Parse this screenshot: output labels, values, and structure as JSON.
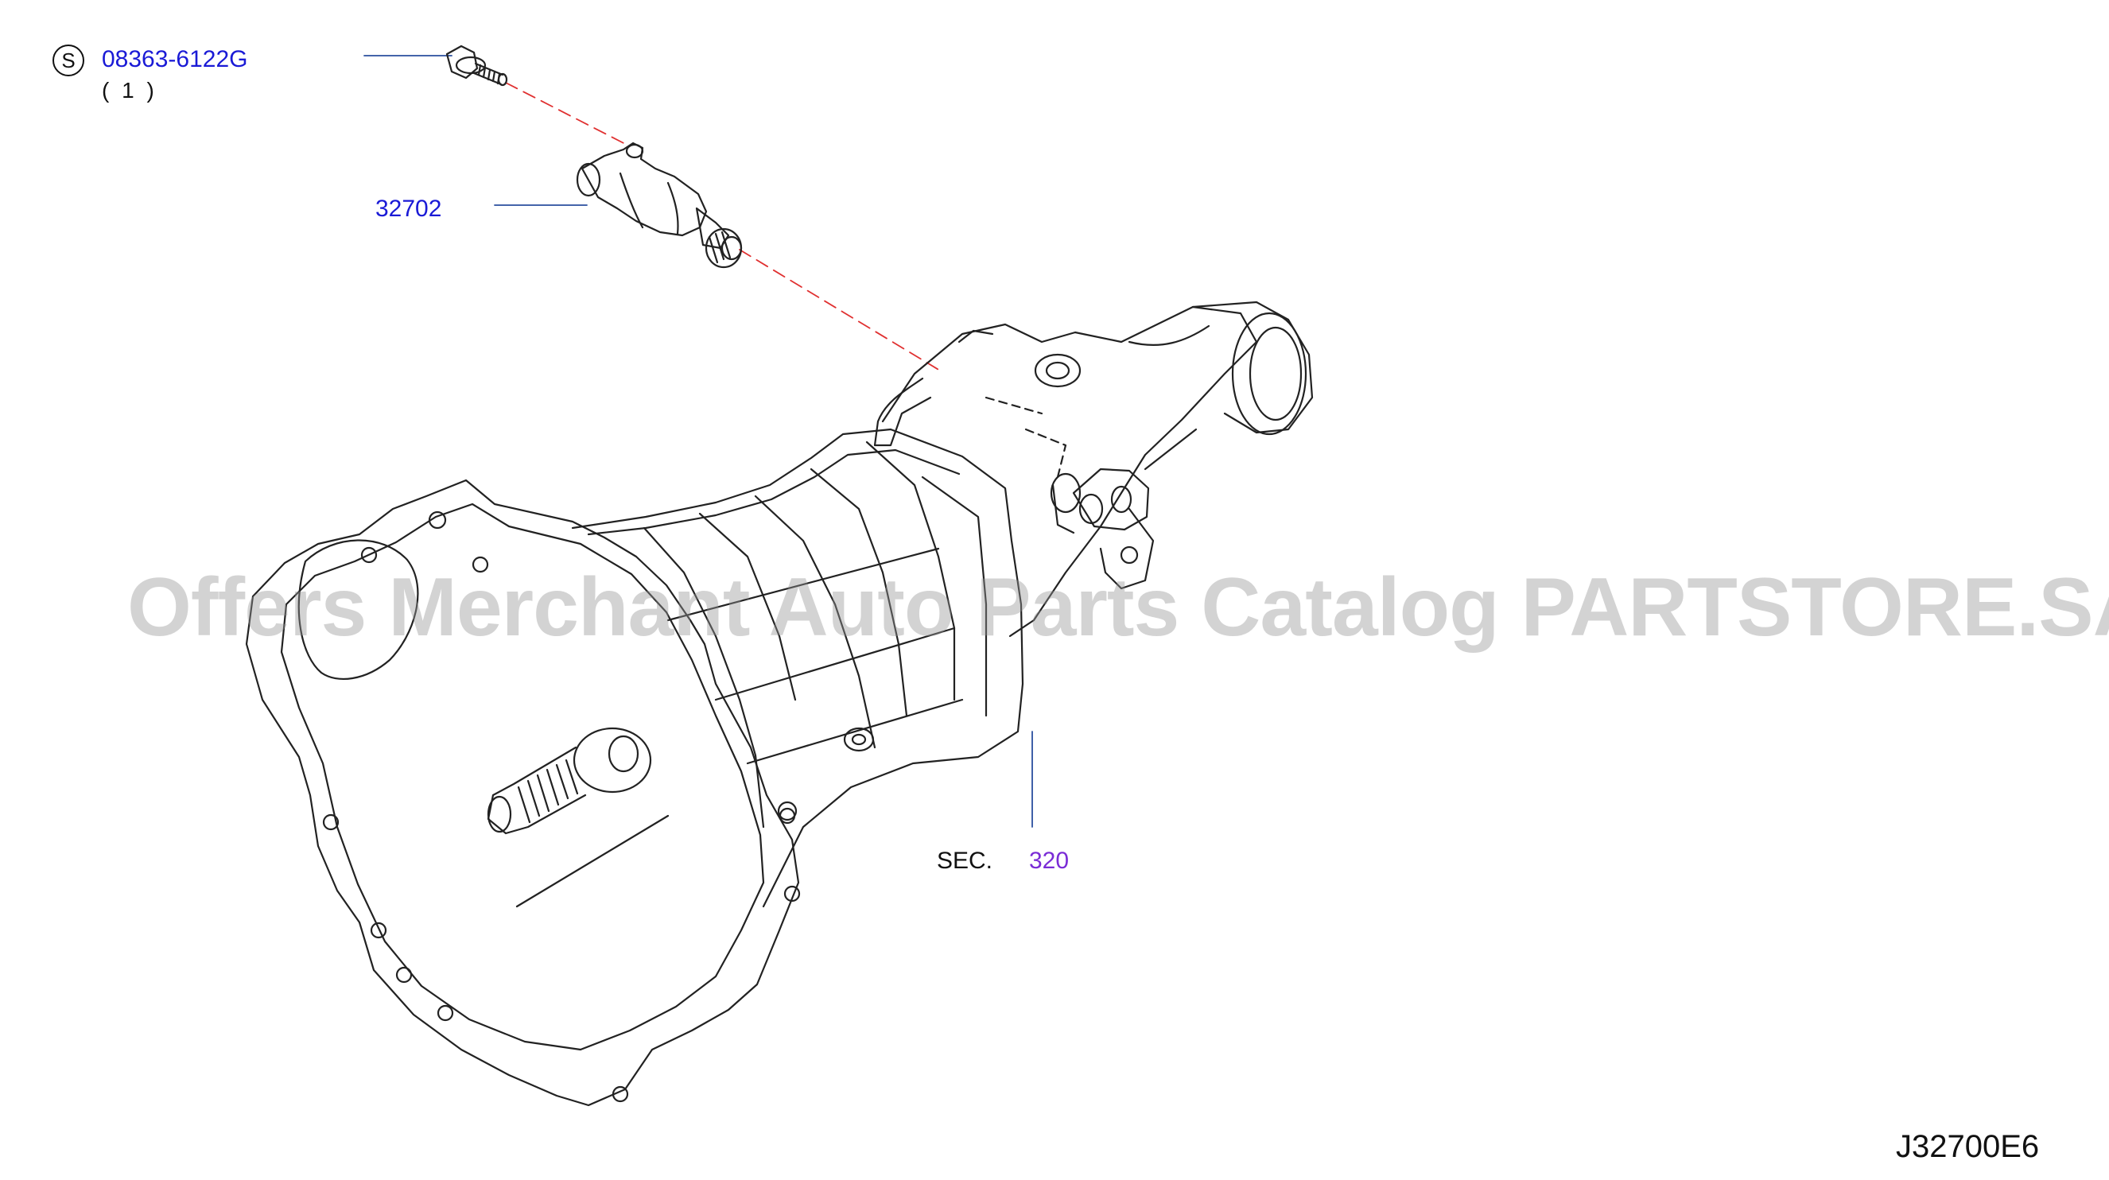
{
  "callouts": {
    "bolt": {
      "symbol": "S",
      "part_number": "08363-6122G",
      "quantity": "( 1 )"
    },
    "speedometer_pinion": {
      "part_number": "32702"
    },
    "section_ref": {
      "prefix": "SEC.",
      "number": "320"
    }
  },
  "watermark": "Offers Merchant Auto Parts Catalog PARTSTORE.SA",
  "diagram_code": "J32700E6",
  "colors": {
    "part_link": "#1a1ad6",
    "section_link": "#7a2cd6",
    "leader_line": "#2a4f9e",
    "dash_line": "#e03030",
    "outline": "#222222"
  }
}
